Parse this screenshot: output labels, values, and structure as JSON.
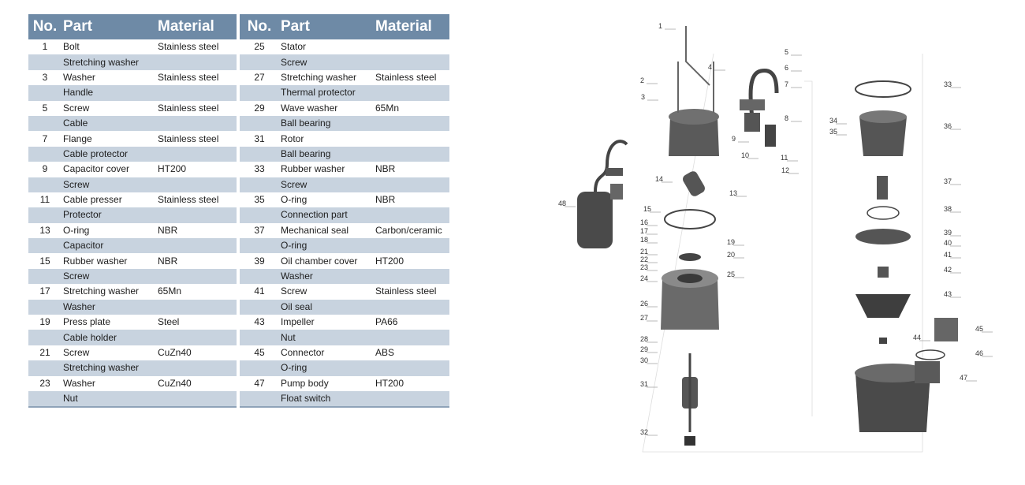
{
  "headers": {
    "no": "No.",
    "part": "Part",
    "material": "Material"
  },
  "left_rows": [
    {
      "no": "1",
      "part": "Bolt",
      "material": "Stainless steel"
    },
    {
      "no": "",
      "part": "Stretching washer",
      "material": ""
    },
    {
      "no": "3",
      "part": "Washer",
      "material": "Stainless steel"
    },
    {
      "no": "",
      "part": "Handle",
      "material": ""
    },
    {
      "no": "5",
      "part": "Screw",
      "material": "Stainless steel"
    },
    {
      "no": "",
      "part": "Cable",
      "material": ""
    },
    {
      "no": "7",
      "part": "Flange",
      "material": "Stainless steel"
    },
    {
      "no": "",
      "part": "Cable protector",
      "material": ""
    },
    {
      "no": "9",
      "part": "Capacitor cover",
      "material": "HT200"
    },
    {
      "no": "",
      "part": "Screw",
      "material": ""
    },
    {
      "no": "11",
      "part": "Cable presser",
      "material": "Stainless steel"
    },
    {
      "no": "",
      "part": "Protector",
      "material": ""
    },
    {
      "no": "13",
      "part": "O-ring",
      "material": "NBR"
    },
    {
      "no": "",
      "part": "Capacitor",
      "material": ""
    },
    {
      "no": "15",
      "part": "Rubber washer",
      "material": "NBR"
    },
    {
      "no": "",
      "part": "Screw",
      "material": ""
    },
    {
      "no": "17",
      "part": "Stretching washer",
      "material": "65Mn"
    },
    {
      "no": "",
      "part": "Washer",
      "material": ""
    },
    {
      "no": "19",
      "part": "Press plate",
      "material": "Steel"
    },
    {
      "no": "",
      "part": "Cable holder",
      "material": ""
    },
    {
      "no": "21",
      "part": "Screw",
      "material": "CuZn40"
    },
    {
      "no": "",
      "part": "Stretching washer",
      "material": ""
    },
    {
      "no": "23",
      "part": "Washer",
      "material": "CuZn40"
    },
    {
      "no": "",
      "part": "Nut",
      "material": ""
    }
  ],
  "right_rows": [
    {
      "no": "25",
      "part": "Stator",
      "material": ""
    },
    {
      "no": "",
      "part": "Screw",
      "material": ""
    },
    {
      "no": "27",
      "part": "Stretching washer",
      "material": "Stainless steel"
    },
    {
      "no": "",
      "part": "Thermal protector",
      "material": ""
    },
    {
      "no": "29",
      "part": "Wave washer",
      "material": "65Mn"
    },
    {
      "no": "",
      "part": "Ball bearing",
      "material": ""
    },
    {
      "no": "31",
      "part": "Rotor",
      "material": ""
    },
    {
      "no": "",
      "part": "Ball bearing",
      "material": ""
    },
    {
      "no": "33",
      "part": "Rubber washer",
      "material": "NBR"
    },
    {
      "no": "",
      "part": "Screw",
      "material": ""
    },
    {
      "no": "35",
      "part": "O-ring",
      "material": "NBR"
    },
    {
      "no": "",
      "part": "Connection part",
      "material": ""
    },
    {
      "no": "37",
      "part": "Mechanical seal",
      "material": "Carbon/ceramic"
    },
    {
      "no": "",
      "part": "O-ring",
      "material": ""
    },
    {
      "no": "39",
      "part": "Oil chamber cover",
      "material": "HT200"
    },
    {
      "no": "",
      "part": "Washer",
      "material": ""
    },
    {
      "no": "41",
      "part": "Screw",
      "material": "Stainless steel"
    },
    {
      "no": "",
      "part": "Oil seal",
      "material": ""
    },
    {
      "no": "43",
      "part": "Impeller",
      "material": "PA66"
    },
    {
      "no": "",
      "part": "Nut",
      "material": ""
    },
    {
      "no": "45",
      "part": "Connector",
      "material": "ABS"
    },
    {
      "no": "",
      "part": "O-ring",
      "material": ""
    },
    {
      "no": "47",
      "part": "Pump body",
      "material": "HT200"
    },
    {
      "no": "",
      "part": "Float switch",
      "material": ""
    }
  ],
  "diagram_labels": [
    "1",
    "2",
    "3",
    "4",
    "5",
    "6",
    "7",
    "8",
    "9",
    "10",
    "11",
    "12",
    "13",
    "14",
    "15",
    "16",
    "17",
    "18",
    "19",
    "20",
    "21",
    "22",
    "23",
    "24",
    "25",
    "26",
    "27",
    "28",
    "29",
    "30",
    "31",
    "32",
    "33",
    "34",
    "35",
    "36",
    "37",
    "38",
    "39",
    "40",
    "41",
    "42",
    "43",
    "44",
    "45",
    "46",
    "47",
    "48"
  ]
}
